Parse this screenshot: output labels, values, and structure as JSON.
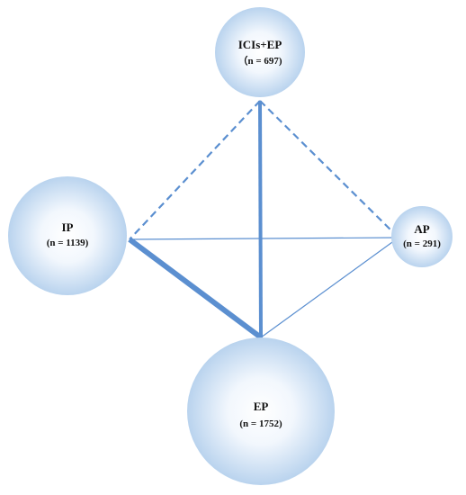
{
  "diagram": {
    "nodes": [
      {
        "id": "ici_ep",
        "label": "ICIs+EP",
        "n_var": "n",
        "n_value": 697,
        "count_text": "（n = 697)"
      },
      {
        "id": "ip",
        "label": "IP",
        "n_var": "n",
        "n_value": 1139,
        "count_text": "(n = 1139)"
      },
      {
        "id": "ap",
        "label": "AP",
        "n_var": "n",
        "n_value": 291,
        "count_text": "(n = 291)"
      },
      {
        "id": "ep",
        "label": "EP",
        "n_var": "n",
        "n_value": 1752,
        "count_text": "(n = 1752)"
      }
    ],
    "edges": [
      {
        "from": "ici_ep",
        "to": "ip",
        "style": "dashed",
        "weight": "medium"
      },
      {
        "from": "ici_ep",
        "to": "ap",
        "style": "dashed",
        "weight": "medium"
      },
      {
        "from": "ici_ep",
        "to": "ep",
        "style": "solid",
        "weight": "heavy"
      },
      {
        "from": "ip",
        "to": "ap",
        "style": "solid",
        "weight": "thin"
      },
      {
        "from": "ip",
        "to": "ep",
        "style": "solid",
        "weight": "heaviest"
      },
      {
        "from": "ap",
        "to": "ep",
        "style": "solid",
        "weight": "thin"
      }
    ],
    "colors": {
      "edge": "#5b8fd0",
      "node_fill_center": "#ffffff",
      "node_fill_edge": "#b9d3ee",
      "label": "#111111"
    }
  }
}
